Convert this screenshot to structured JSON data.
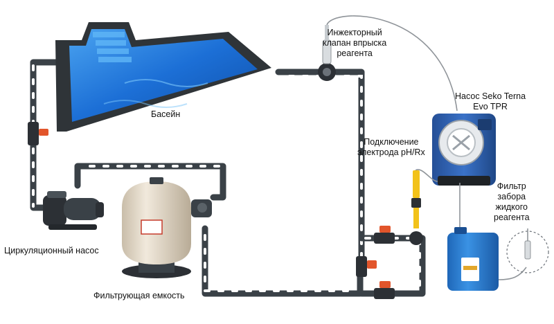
{
  "labels": {
    "pool": "Басейн",
    "injector_line1": "Инжекторный",
    "injector_line2": "клапан впрыска",
    "injector_line3": "реагента",
    "dosing_pump_line1": "Насос Seko Terna",
    "dosing_pump_line2": "Evo TPR",
    "electrode_line1": "Подключение",
    "electrode_line2": "электрода pH/Rx",
    "reagent_filter_line1": "Фильтр",
    "reagent_filter_line2": "забора",
    "reagent_filter_line3": "жидкого",
    "reagent_filter_line4": "реагента",
    "circulation_pump": "Циркуляционный насос",
    "filter_tank": "Фильтрующая емкость"
  },
  "colors": {
    "pipe": "#3a4147",
    "water": "#1c6fd6",
    "pool_rim": "#2f3438",
    "valve_handle": "#e2552b",
    "filter_body": "#e6dccd",
    "pump_body": "#2c3035",
    "dosing_pump_body": "#2e5fb0",
    "canister": "#2c7fd1",
    "probe_yellow": "#f2c21a"
  },
  "icons": {
    "pool": "swimming-pool",
    "circulation_pump": "pump-icon",
    "filter_tank": "sand-filter-icon",
    "dosing_pump": "dosing-pump-icon",
    "canister": "reagent-canister-icon",
    "injector": "injection-valve-icon",
    "electrode": "ph-probe-icon",
    "foot_filter": "foot-filter-icon",
    "valves": "ball-valve-icon"
  }
}
